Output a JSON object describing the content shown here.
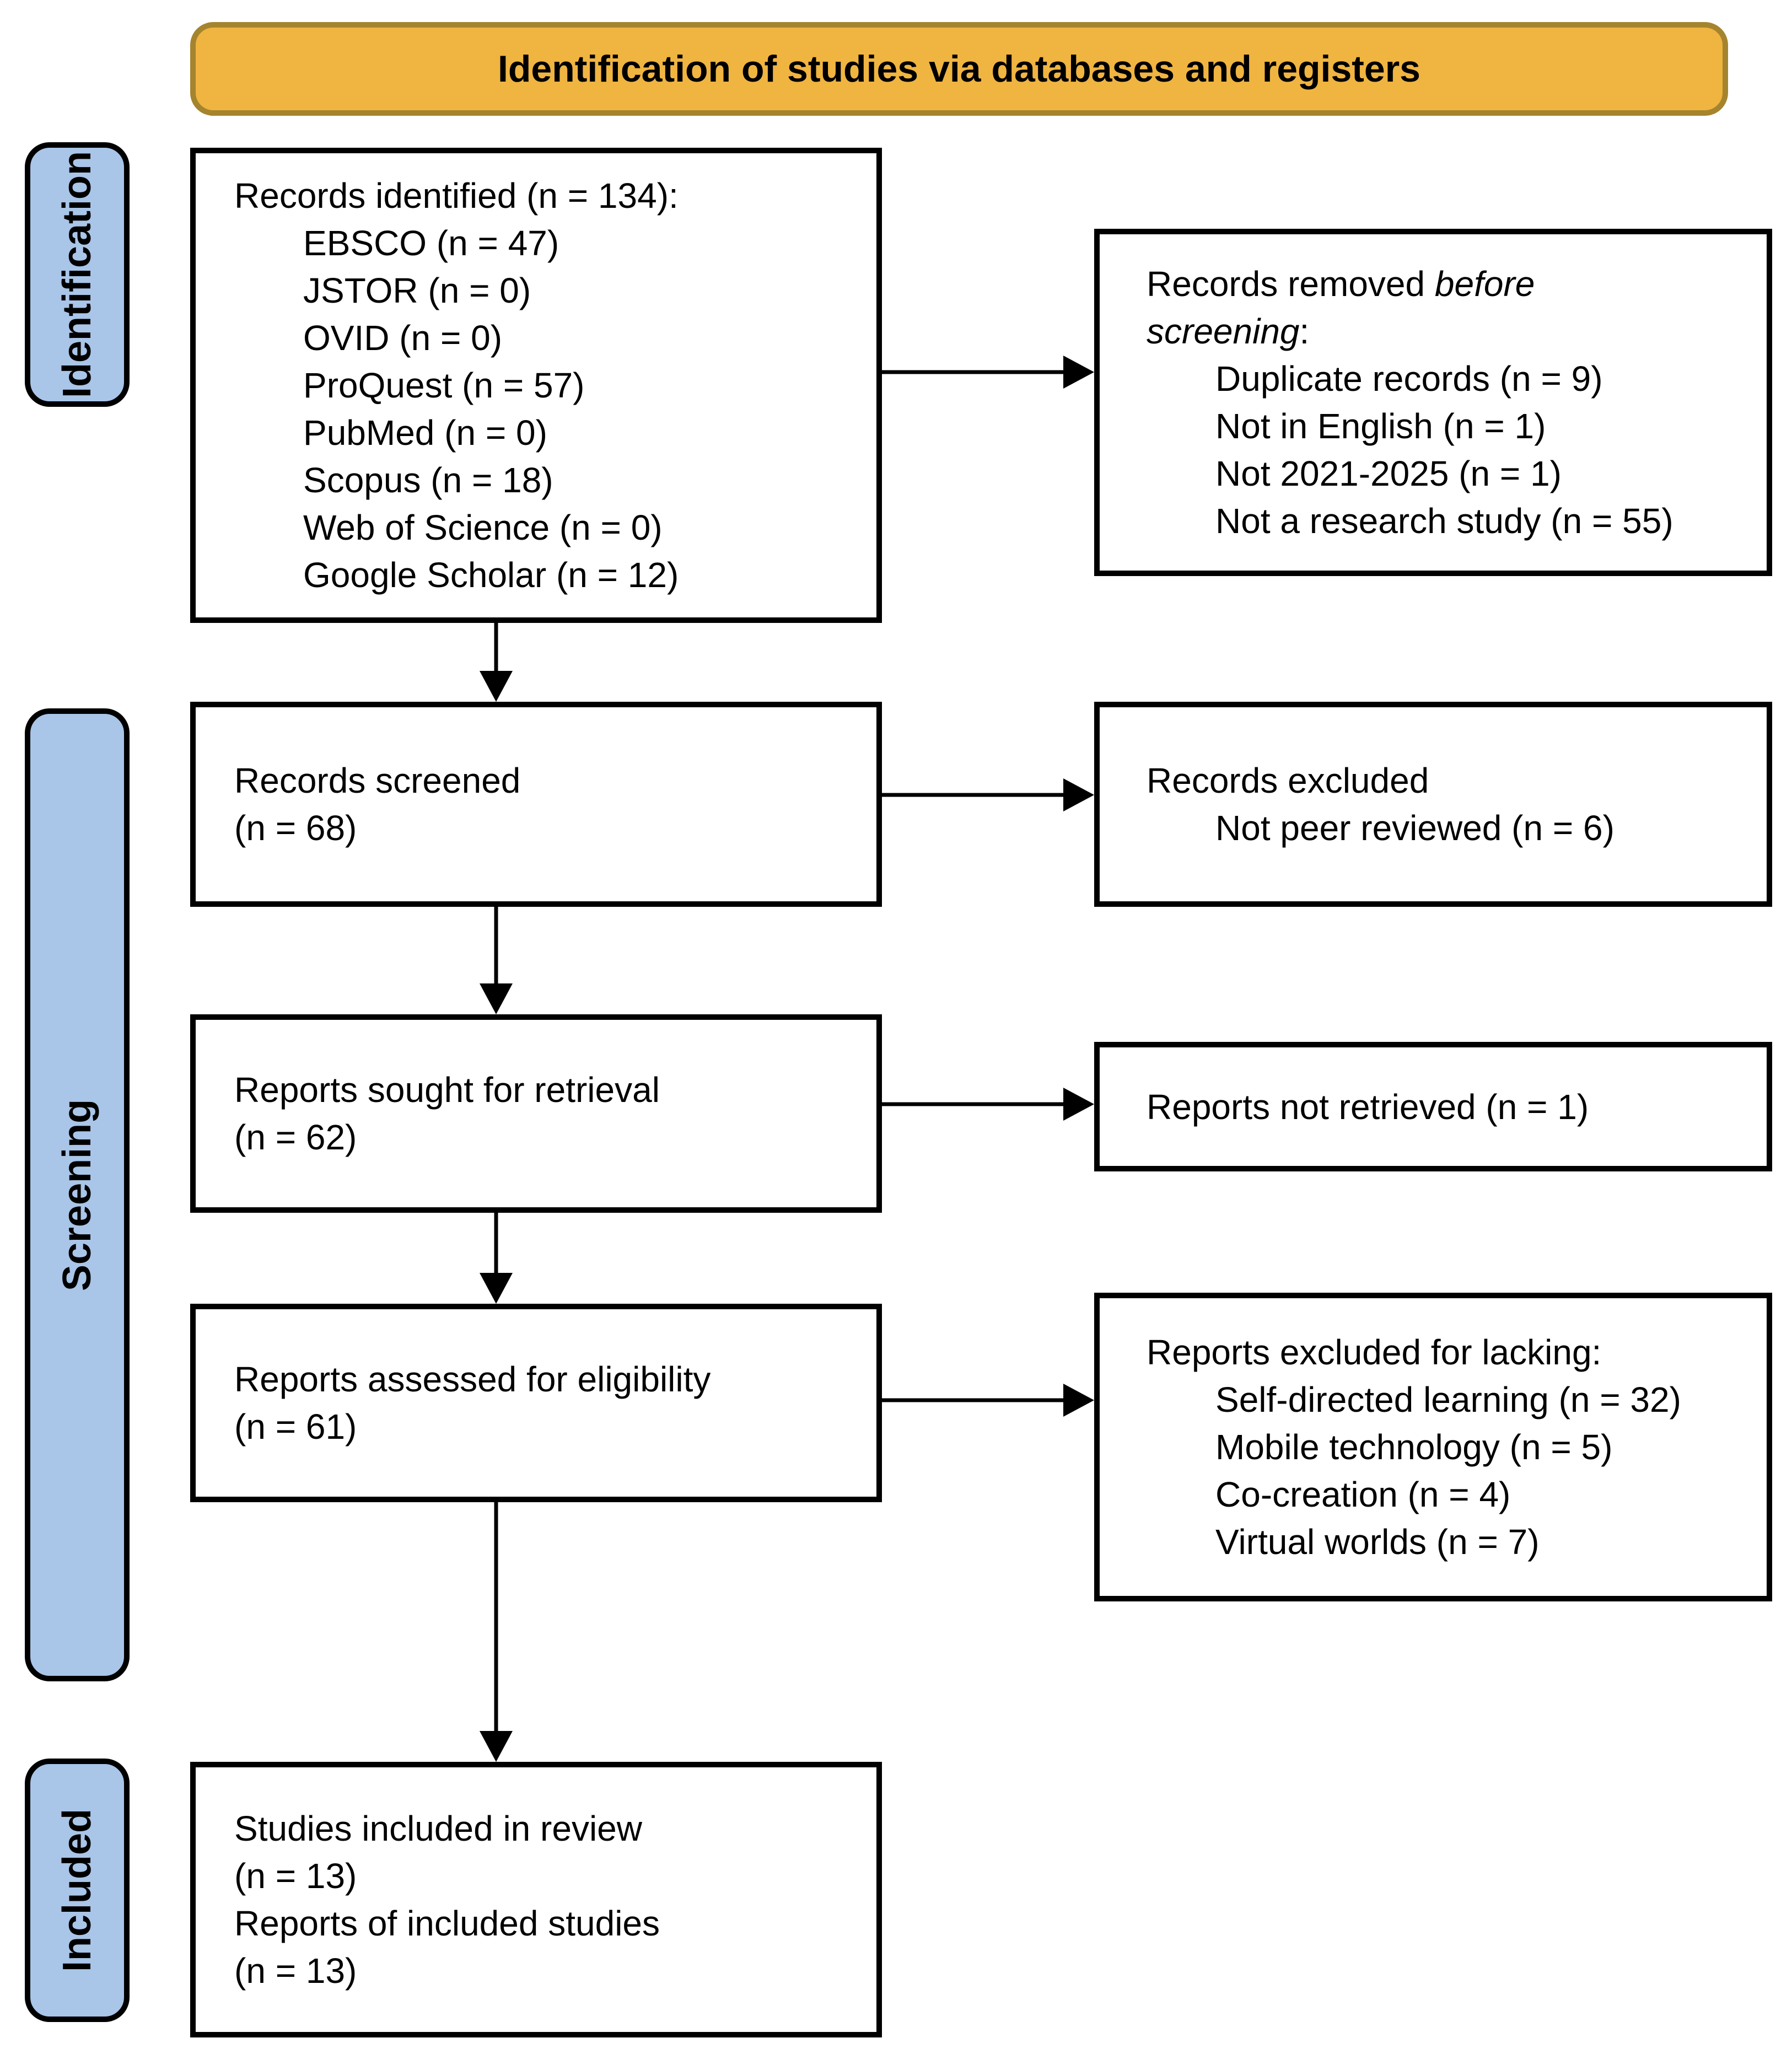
{
  "banner": {
    "title": "Identification of studies via databases and registers"
  },
  "sidebar": {
    "identification": "Identification",
    "screening": "Screening",
    "included": "Included"
  },
  "flow": {
    "identified": {
      "title": "Records identified (n = 134):",
      "items": [
        "EBSCO (n = 47)",
        "JSTOR (n = 0)",
        "OVID (n = 0)",
        "ProQuest (n = 57)",
        "PubMed (n = 0)",
        "Scopus (n = 18)",
        "Web of Science (n = 0)",
        "Google Scholar (n = 12)"
      ]
    },
    "removed": {
      "line1_regular": "Records removed ",
      "line1_italic": "before",
      "line2_italic": "screening",
      "line2_suffix": ":",
      "items": [
        "Duplicate records (n = 9)",
        "Not in English (n = 1)",
        "Not 2021-2025 (n = 1)",
        "Not a research study (n = 55)"
      ]
    },
    "screened": {
      "line1": "Records screened",
      "line2": "(n = 68)"
    },
    "excluded": {
      "line1": "Records excluded",
      "item": "Not peer reviewed (n = 6)"
    },
    "sought": {
      "line1": "Reports sought for retrieval",
      "line2": "(n = 62)"
    },
    "not_retrieved": {
      "line1": "Reports not retrieved (n = 1)"
    },
    "assessed": {
      "line1": "Reports assessed for eligibility",
      "line2": "(n = 61)"
    },
    "excluded_lacking": {
      "title": "Reports excluded for lacking:",
      "items": [
        "Self-directed learning (n = 32)",
        "Mobile technology (n = 5)",
        "Co-creation (n = 4)",
        "Virtual worlds (n = 7)"
      ]
    },
    "included_final": {
      "line1": "Studies included in review",
      "line2": "(n = 13)",
      "line3": "Reports of included studies",
      "line4": "(n = 13)"
    }
  },
  "colors": {
    "banner_fill": "#F0B441",
    "banner_border": "#A5842E",
    "sidebar_fill": "#A9C5E8"
  }
}
